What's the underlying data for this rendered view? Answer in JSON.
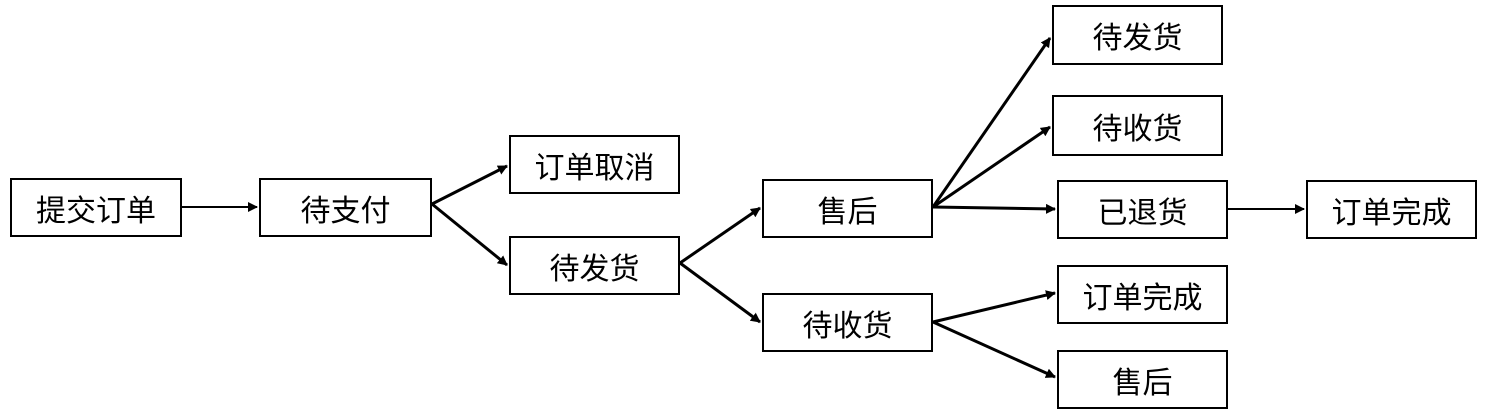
{
  "nodes": {
    "submit": "提交订单",
    "pay": "待支付",
    "cancel": "订单取消",
    "ship1": "待发货",
    "after_sale1": "售后",
    "receive1": "待收货",
    "ship2": "待发货",
    "receive2": "待收货",
    "returned": "已退货",
    "complete1": "订单完成",
    "complete2": "订单完成",
    "after_sale2": "售后"
  },
  "colors": {
    "line": "#000000",
    "box_border": "#000000",
    "background": "#ffffff"
  }
}
